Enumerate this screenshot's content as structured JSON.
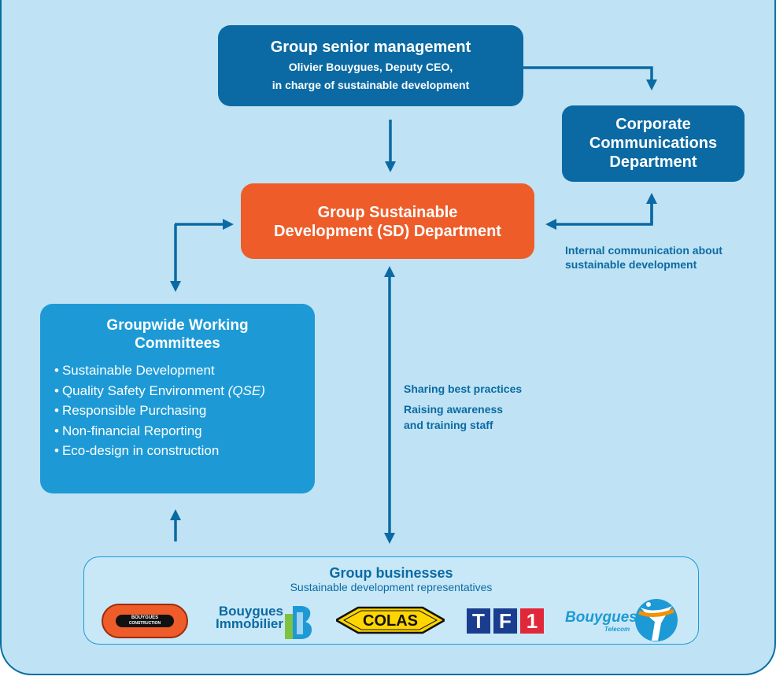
{
  "header": {
    "title": "g"
  },
  "senior_management": {
    "title": "Group senior management",
    "line1": "Olivier Bouygues, Deputy CEO,",
    "line2": "in charge of sustainable development"
  },
  "corporate_communications": {
    "line1": "Corporate",
    "line2": "Communications",
    "line3": "Department"
  },
  "sd_department": {
    "line1": "Group Sustainable",
    "line2": "Development (SD) Department"
  },
  "internal_comm_label": {
    "line1": "Internal communication about",
    "line2": "sustainable development"
  },
  "committees": {
    "title_line1": "Groupwide Working",
    "title_line2": "Committees",
    "items": [
      "Sustainable Development",
      "Quality Safety Environment",
      "Responsible Purchasing",
      "Non-financial Reporting",
      "Eco-design in construction"
    ],
    "item2_suffix": "(QSE)"
  },
  "sharing_label": {
    "line1": "Sharing best practices",
    "line2": "Raising awareness",
    "line3": "and training staff"
  },
  "businesses": {
    "title": "Group businesses",
    "subtitle": "Sustainable development representatives",
    "logos": {
      "bouygues_construction": {
        "line1": "BOUYGUES",
        "line2": "CONSTRUCTION"
      },
      "bouygues_immobilier": {
        "line1": "Bouygues",
        "line2": "Immobilier"
      },
      "colas": "COLAS",
      "tf1": [
        "T",
        "F",
        "1"
      ],
      "bouygues_telecom": {
        "line1": "Bouygues",
        "line2": "Telecom"
      }
    }
  },
  "colors": {
    "background": "#bfe3f4",
    "dark_blue": "#0b6aa3",
    "mid_blue": "#1d9ad6",
    "orange": "#ee5c29"
  }
}
